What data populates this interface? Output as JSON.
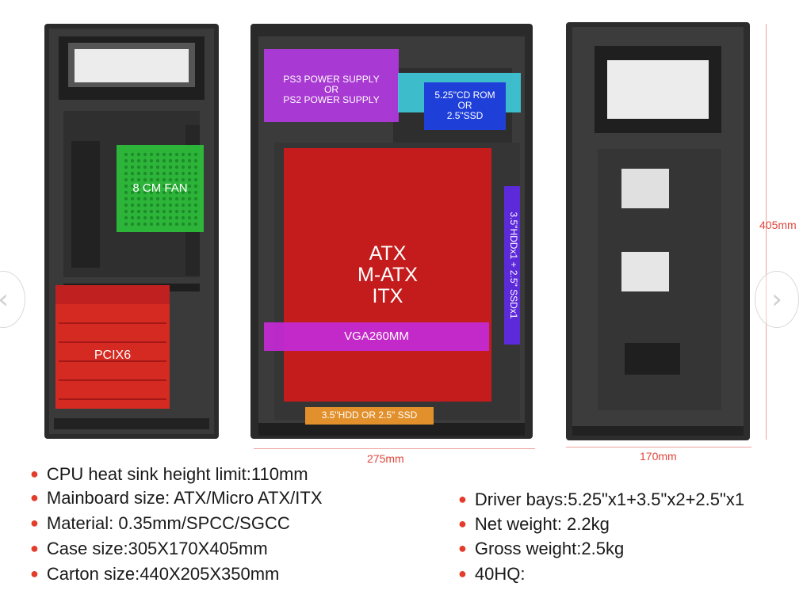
{
  "labels": {
    "fan": "8 CM FAN",
    "pci": "PCIX6",
    "psu_line1": "PS3 POWER SUPPLY",
    "psu_line2": "OR",
    "psu_line3": "PS2 POWER SUPPLY",
    "cdrom_line1": "5.25\"CD ROM",
    "cdrom_line2": "OR",
    "cdrom_line3": "2.5\"SSD",
    "board_line1": "ATX",
    "board_line2": "M-ATX",
    "board_line3": "ITX",
    "vga": "VGA260MM",
    "hdd_bottom": "3.5\"HDD OR 2.5\" SSD",
    "hdd_side": "3.5\"HDDx1 + 2.5\" SSDx1"
  },
  "dimensions": {
    "depth": "275mm",
    "width": "170mm",
    "height": "405mm"
  },
  "specs_left": [
    "CPU heat sink height limit:110mm",
    "Mainboard size: ATX/Micro ATX/ITX",
    "Material: 0.35mm/SPCC/SGCC",
    "Case size:305X170X405mm",
    "Carton size:440X205X350mm"
  ],
  "specs_right": [
    "Driver bays:5.25\"x1+3.5\"x2+2.5\"x1",
    "Net weight: 2.2kg",
    "Gross weight:2.5kg",
    "40HQ:"
  ],
  "nav": {
    "prev_icon": "chevron-left-icon",
    "next_icon": "chevron-right-icon"
  },
  "colors": {
    "fan": "#2ec43c",
    "pci": "#d42a22",
    "psu": "#b23adf",
    "cdrom": "#1e3fd8",
    "board": "#c41c1c",
    "vga": "#c22ad2",
    "hdd_bottom": "#e2902c",
    "hdd_side": "#5c2ad8",
    "dim_text": "#e0463c",
    "bullet": "#e43c2a"
  }
}
